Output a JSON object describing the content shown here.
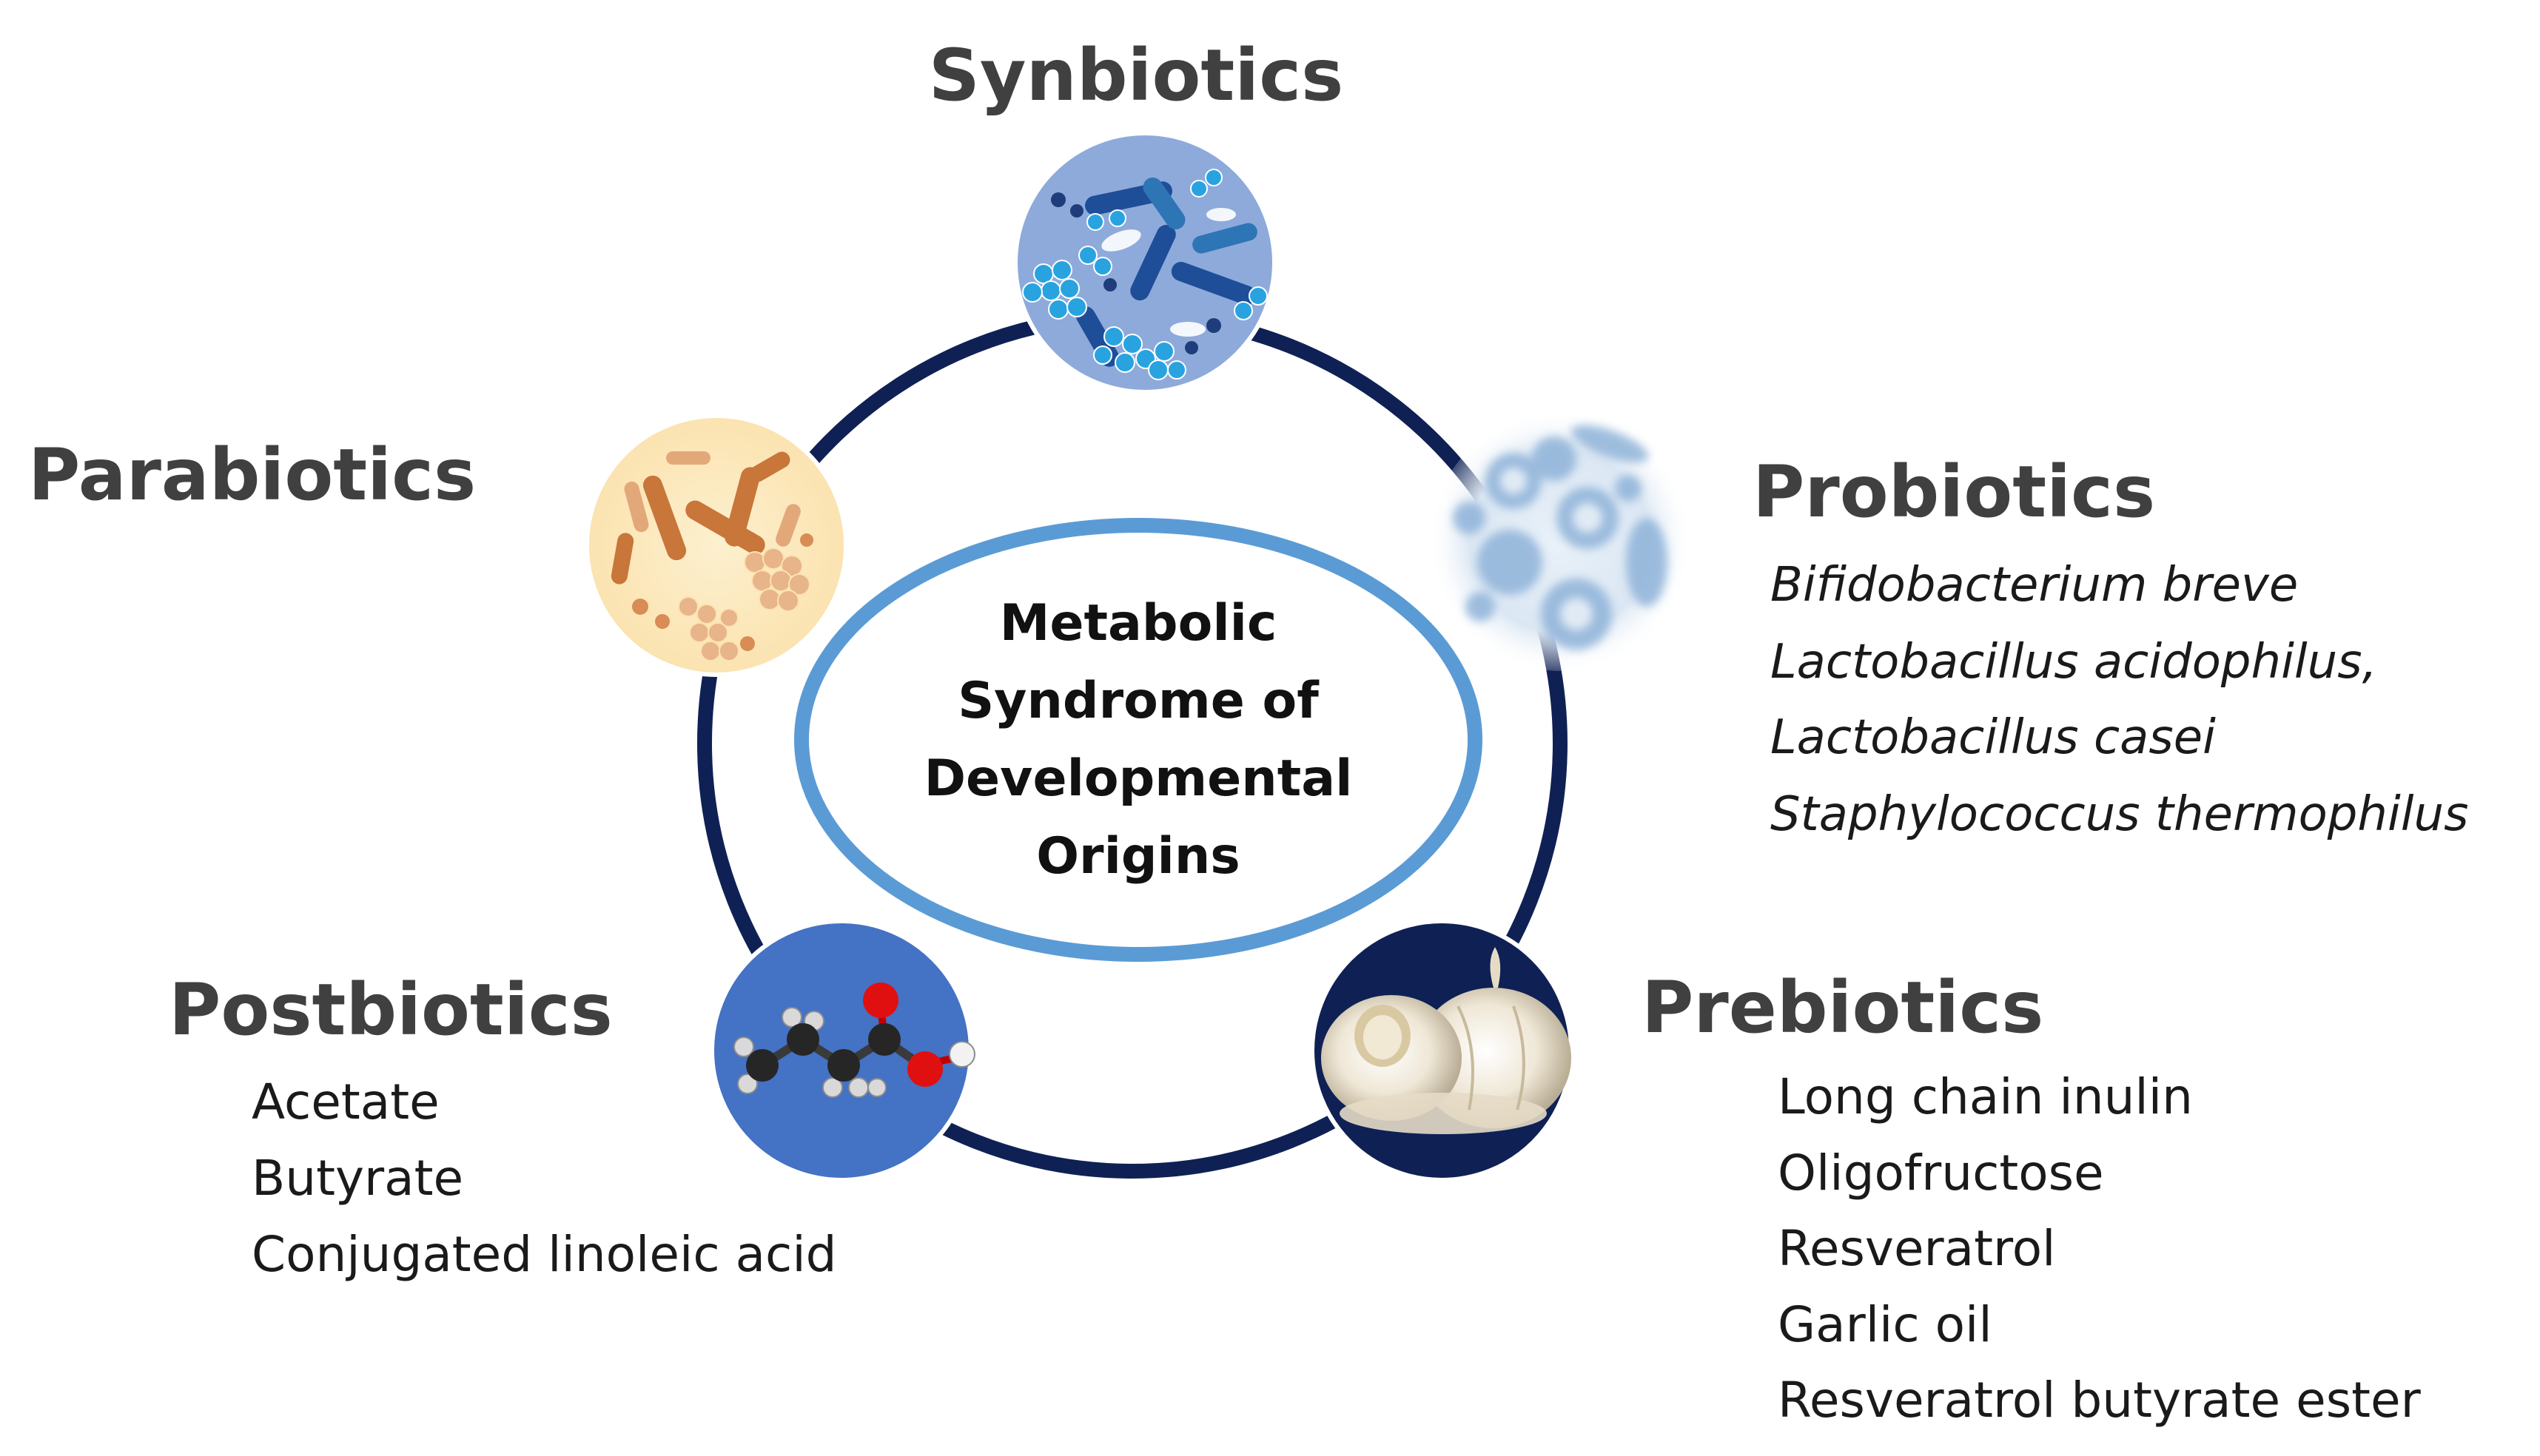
{
  "center": {
    "lines": [
      "Metabolic",
      "Syndrome of",
      "Developmental",
      "Origins"
    ]
  },
  "synbiotics": {
    "title": "Synbiotics",
    "icon": "mixed-bacteria-icon"
  },
  "probiotics": {
    "title": "Probiotics",
    "icon": "microbes-icon",
    "items": [
      "Bifidobacterium breve",
      "Lactobacillus acidophilus,",
      "Lactobacillus casei",
      "Staphylococcus thermophilus"
    ]
  },
  "prebiotics": {
    "title": "Prebiotics",
    "icon": "garlic-icon",
    "items": [
      "Long chain inulin",
      "Oligofructose",
      "Resveratrol",
      "Garlic oil",
      "Resveratrol butyrate ester"
    ]
  },
  "postbiotics": {
    "title": "Postbiotics",
    "icon": "molecule-icon",
    "items": [
      "Acetate",
      "Butyrate",
      "Conjugated linoleic acid"
    ]
  },
  "parabiotics": {
    "title": "Parabiotics",
    "icon": "bacteria-icon"
  },
  "colors": {
    "ring": "#0f2154",
    "center_ellipse": "#5b9bd5",
    "heading": "#404040"
  }
}
